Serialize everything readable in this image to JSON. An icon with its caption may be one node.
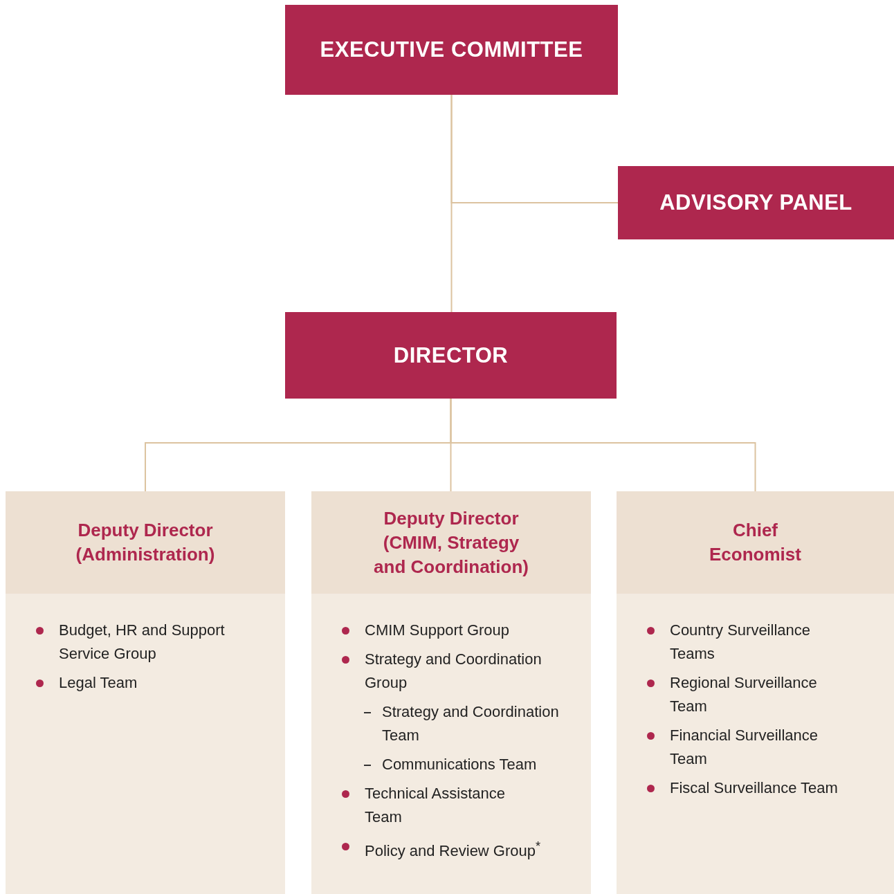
{
  "diagram": {
    "nodes": [
      {
        "text": [
          "EXECUTIVE COMMITTEE"
        ]
      },
      {
        "text": [
          "ADVISORY PANEL"
        ]
      },
      {
        "text": [
          "DIRECTOR"
        ]
      },
      {
        "text": [
          "Deputy Director (Administration)",
          "Budget, HR and Support Service Group",
          "Legal Team"
        ]
      },
      {
        "text": [
          "Deputy Director (CMIM, Strategy and Coordination)",
          "CMIM Support Group",
          "Strategy and Coordination Group",
          "Strategy and Coordination Team",
          "Communications Team",
          "Technical Assistance Team",
          "Policy and Review Group$^{*}$"
        ]
      },
      {
        "text": [
          "Chief Economist",
          "Country Surveillance Teams",
          "Regional Surveillance Team",
          "Financial Surveillance Team",
          "Fiscal Surveillance Team"
        ]
      }
    ],
    "edges": [
      {
        "from": 0,
        "to": 2,
        "arrow": "none"
      },
      {
        "from": 0,
        "to": 1,
        "arrow": "none"
      },
      {
        "from": 2,
        "to": 3,
        "arrow": "none"
      },
      {
        "from": 2,
        "to": 4,
        "arrow": "none"
      },
      {
        "from": 2,
        "to": 5,
        "arrow": "none"
      }
    ]
  }
}
